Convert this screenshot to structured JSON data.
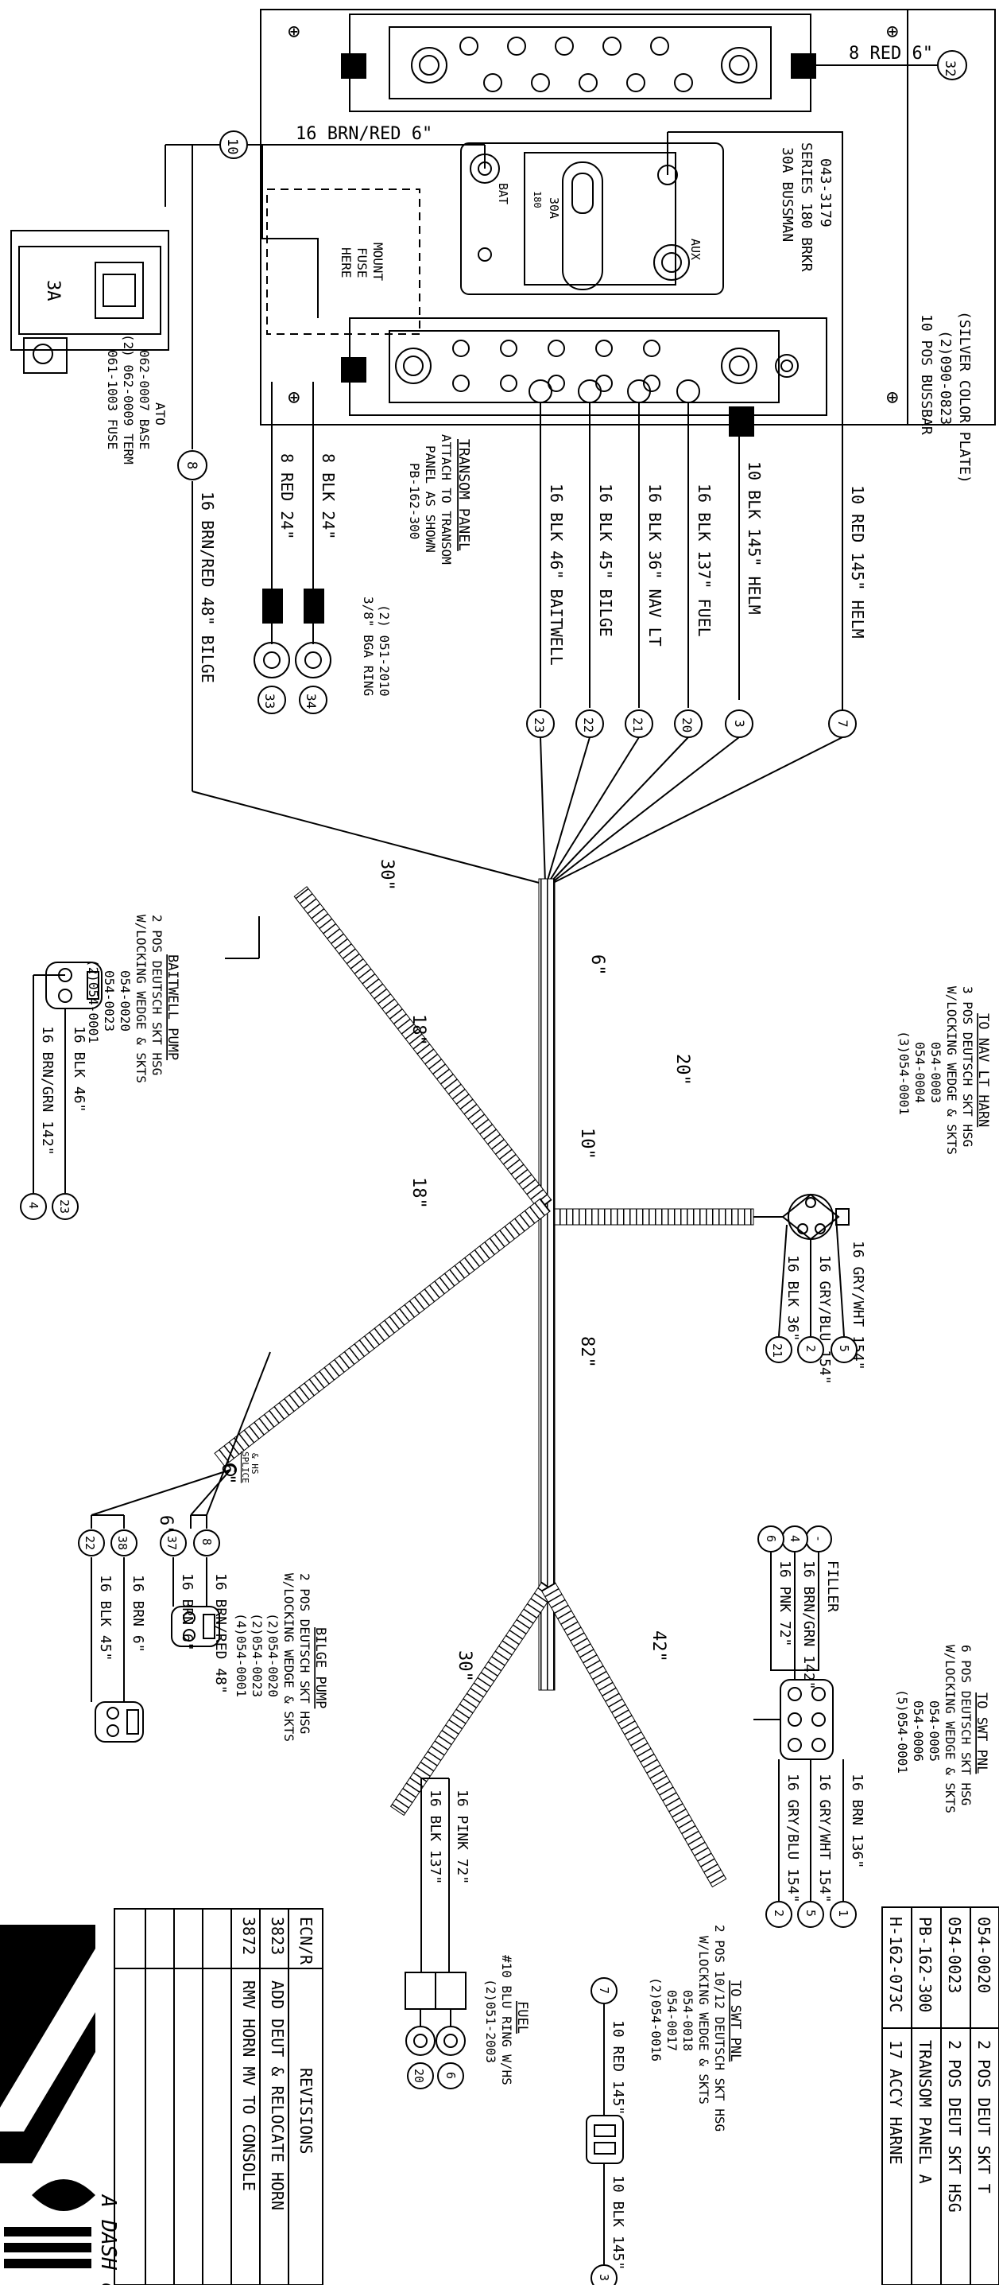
{
  "colors": {
    "ink": "#000000",
    "paper": "#ffffff"
  },
  "bussbar": {
    "label": [
      "10 POS BUSSBAR",
      "(2)090-0823",
      "(SILVER COLOR PLATE)"
    ],
    "breaker": [
      "30A BUSSMAN",
      "SERIES 180 BRKR",
      "043-3179"
    ],
    "breaker_face": {
      "amps": "30A",
      "model": "180",
      "bat": "BAT",
      "aux": "AUX"
    },
    "mount_fuse": [
      "MOUNT",
      "FUSE",
      "HERE"
    ]
  },
  "fuse": {
    "value": "3A",
    "label": [
      "ATO",
      "062-0007 BASE",
      "(2) 062-0009 TERM",
      "061-1003 FUSE"
    ]
  },
  "transom": {
    "title": "TRANSOM PANEL",
    "lines": [
      "ATTACH TO TRANSOM",
      "PANEL AS SHOWN",
      "PB-162-300"
    ]
  },
  "ring_terminals": [
    "3/8\" BGA RING",
    "(2) 051-2010"
  ],
  "wires": {
    "w8_red_6": "8 RED 6\"",
    "w16_brnred_6": "16 BRN/RED 6\"",
    "w8_red_24": "8 RED 24\"",
    "w8_blk_24": "8 BLK 24\"",
    "w16_brnred_48_bilge": "16 BRN/RED 48\" BILGE",
    "w16_blk_46_baitwell": "16 BLK 46\" BAITWELL",
    "w16_blk_45_bilge": "16 BLK 45\" BILGE",
    "w16_blk_36_navlt": "16 BLK 36\" NAV LT",
    "w16_blk_137_fuel": "16 BLK 137\" FUEL",
    "w10_blk_145_helm": "10 BLK 145\" HELM",
    "w10_red_145_helm": "10 RED 145\" HELM"
  },
  "circles": {
    "c32": "32",
    "c10": "10",
    "c8": "8",
    "c33": "33",
    "c34": "34",
    "c23": "23",
    "c22": "22",
    "c21": "21",
    "c20": "20",
    "c3": "3",
    "c7": "7"
  },
  "harness_lengths": {
    "l30a": "30\"",
    "l6": "6\"",
    "l20": "20\"",
    "l18a": "18\"",
    "l18b": "18\"",
    "l10": "10\"",
    "l82": "82\"",
    "l6b": "6\"",
    "l6c": "6\"",
    "l42": "42\"",
    "l30b": "30\""
  },
  "baitwell": {
    "title": "BAITWELL PUMP",
    "lines": [
      "2 POS DEUTSCH SKT HSG",
      "W/LOCKING WEDGE & SKTS",
      "054-0020",
      "054-0023",
      "(2)054-0001"
    ],
    "wire_a": "16 BLK 46\"",
    "wire_b": "16 BRN/GRN 142\"",
    "pin_a": "23",
    "pin_b": "4"
  },
  "navlt": {
    "title": "TO NAV LT HARN",
    "lines": [
      "3 POS DEUTSCH SKT HSG",
      "W/LOCKING WEDGE & SKTS",
      "054-0003",
      "054-0004",
      "(3)054-0001"
    ],
    "wires": [
      "16 GRY/WHT 154\"",
      "16 GRY/BLU 154\"",
      "16 BLK 36\""
    ],
    "pins": [
      "5",
      "2",
      "21"
    ]
  },
  "splice": {
    "label": [
      "SPLICE",
      "& HS"
    ]
  },
  "bilge": {
    "title": "BILGE PUMP",
    "lines": [
      "2 POS DEUTSCH SKT HSG",
      "W/LOCKING WEDGE & SKTS",
      "(2)054-0020",
      "(2)054-0023",
      "(4)054-0001"
    ],
    "wires": [
      "16 BRN 6\"",
      "16 BLK 45\"",
      "16 BRN 6\"",
      "16 BRN/RED 48\""
    ],
    "pins": [
      "38",
      "22",
      "37",
      "8"
    ]
  },
  "swt6": {
    "title": "TO SWT PNL",
    "lines": [
      "6 POS DEUTSCH SKT HSG",
      "W/LOCKING WEDGE & SKTS",
      "054-0005",
      "054-0006",
      "(5)054-0001"
    ],
    "left_wires": [
      "FILLER",
      "16 BRN/GRN 142\"",
      "16 PNK 72\""
    ],
    "left_pins": [
      "-",
      "4",
      "6"
    ],
    "right_wires": [
      "16 BRN 136\"",
      "16 GRY/WHT 154\"",
      "16 GRY/BLU 154\""
    ],
    "right_pins": [
      "1",
      "5",
      "2"
    ]
  },
  "fuel": {
    "title": "FUEL",
    "lines": [
      "#10 BLU RING W/HS",
      "(2)051-2003"
    ],
    "wires": [
      "16 PINK 72\"",
      "16 BLK 137\""
    ],
    "pins": [
      "6",
      "20"
    ]
  },
  "swt2": {
    "title": "TO SWT PNL",
    "lines": [
      "2 POS 10/12 DEUTSCH SKT HSG",
      "W/LOCKING WEDGE & SKTS",
      "054-0018",
      "054-0017",
      "(2)054-0016"
    ],
    "wire_a": "10 RED 145\"",
    "wire_b": "10 BLK 145\"",
    "pin_a": "7",
    "pin_b": "3"
  },
  "parts_list": [
    [
      "054-0020",
      "2 POS DEUT SKT T"
    ],
    [
      "054-0023",
      "2 POS DEUT SKT HSG"
    ],
    [
      "PB-162-300",
      "TRANSOM PANEL A"
    ],
    [
      "H-162-073C",
      "17 ACCY HARNE"
    ]
  ],
  "revisions": {
    "header": [
      "ECN/R",
      "REVISIONS"
    ],
    "rows": [
      [
        "3823",
        "ADD DEUT & RELOCATE HORN"
      ],
      [
        "3872",
        "RMV HORN MV TO CONSOLE"
      ]
    ]
  },
  "logo": {
    "tagline": "A DASH of C"
  }
}
